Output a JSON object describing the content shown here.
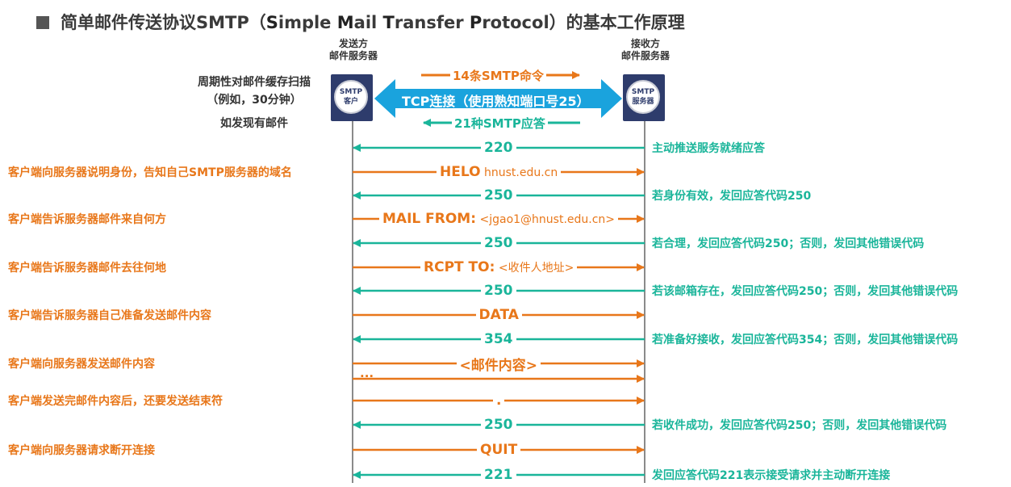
{
  "title": {
    "prefix": "简单邮件传送协议SMTP（",
    "s1": "S",
    "s1r": "imple ",
    "s2": "M",
    "s2r": "ail ",
    "s3": "T",
    "s3r": "ransfer ",
    "s4": "P",
    "s4r": "rotocol",
    "suffix": "）的基本工作原理"
  },
  "sender": {
    "header_line1": "发送方",
    "header_line2": "邮件服务器",
    "circle_line1": "SMTP",
    "circle_line2": "客户"
  },
  "receiver": {
    "header_line1": "接收方",
    "header_line2": "邮件服务器",
    "circle_line1": "SMTP",
    "circle_line2": "服务器"
  },
  "client_notes": {
    "line1": "周期性对邮件缓存扫描",
    "line2": "（例如，30分钟）",
    "line3": "如发现有邮件"
  },
  "connection": {
    "commands_label": "14条SMTP命令",
    "tcp_label": "TCP连接（使用熟知端口号25）",
    "replies_label": "21种SMTP应答"
  },
  "exchange": [
    {
      "dir": "reply",
      "label": "220",
      "detail": "",
      "left_note": "",
      "right_note": "主动推送服务就绪应答"
    },
    {
      "dir": "cmd",
      "label": "HELO",
      "detail": "hnust.edu.cn",
      "left_note": "客户端向服务器说明身份，告知自己SMTP服务器的域名",
      "right_note": ""
    },
    {
      "dir": "reply",
      "label": "250",
      "detail": "",
      "left_note": "",
      "right_note": "若身份有效，发回应答代码250"
    },
    {
      "dir": "cmd",
      "label": "MAIL FROM:",
      "detail": "<jgao1@hnust.edu.cn>",
      "left_note": "客户端告诉服务器邮件来自何方",
      "right_note": ""
    },
    {
      "dir": "reply",
      "label": "250",
      "detail": "",
      "left_note": "",
      "right_note": "若合理，发回应答代码250；否则，发回其他错误代码"
    },
    {
      "dir": "cmd",
      "label": "RCPT TO:",
      "detail": "<收件人地址>",
      "left_note": "客户端告诉服务器邮件去往何地",
      "right_note": ""
    },
    {
      "dir": "reply",
      "label": "250",
      "detail": "",
      "left_note": "",
      "right_note": "若该邮箱存在，发回应答代码250；否则，发回其他错误代码"
    },
    {
      "dir": "cmd",
      "label": "DATA",
      "detail": "",
      "left_note": "客户端告诉服务器自己准备发送邮件内容",
      "right_note": ""
    },
    {
      "dir": "reply",
      "label": "354",
      "detail": "",
      "left_note": "",
      "right_note": "若准备好接收，发回应答代码354；否则，发回其他错误代码"
    },
    {
      "dir": "cmd",
      "label": "<邮件内容>",
      "detail": "",
      "left_note": "客户端向服务器发送邮件内容",
      "right_note": ""
    },
    {
      "dir": "cmd",
      "label": "",
      "detail": "",
      "left_note": "",
      "right_note": ""
    },
    {
      "dir": "cmd",
      "label": ".",
      "detail": "",
      "left_note": "客户端发送完邮件内容后，还要发送结束符",
      "right_note": ""
    },
    {
      "dir": "reply",
      "label": "250",
      "detail": "",
      "left_note": "",
      "right_note": "若收件成功，发回应答代码250；否则，发回其他错误代码"
    },
    {
      "dir": "cmd",
      "label": "QUIT",
      "detail": "",
      "left_note": "客户端向服务器请求断开连接",
      "right_note": ""
    },
    {
      "dir": "reply",
      "label": "221",
      "detail": "",
      "left_note": "",
      "right_note": "发回应答代码221表示接受请求并主动断开连接"
    }
  ],
  "ellipsis": "...",
  "colors": {
    "command": "#e8771a",
    "reply": "#1ab59a",
    "tcp": "#1aa3dd",
    "node": "#2e3c6c"
  }
}
